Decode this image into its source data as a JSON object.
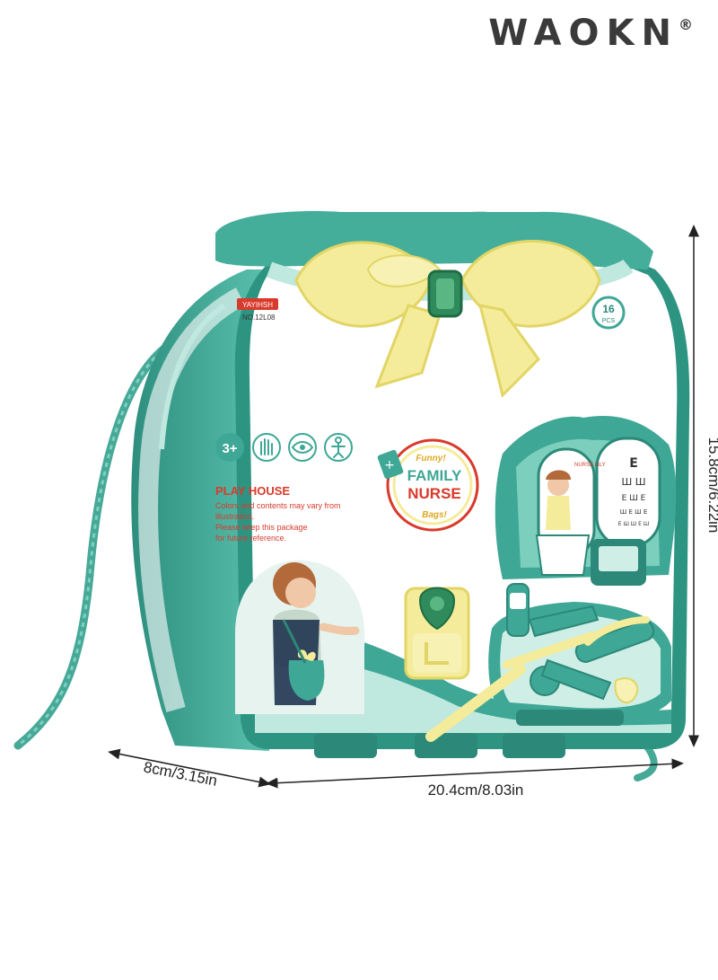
{
  "brand": {
    "name": "WAOKN",
    "mark": "®"
  },
  "package": {
    "maker": "YAYIHSH",
    "model": "NO.12L08",
    "piece_count": "16",
    "piece_unit": "PCS",
    "age": "3+",
    "title": "PLAY HOUSE",
    "notice_lines": [
      "Colors and contents may vary from",
      "illustration.",
      "Please keep this package",
      "for future reference."
    ],
    "logo": {
      "top": "Funny!",
      "line1": "FAMILY",
      "line2": "NURSE",
      "bottom": "Bags!"
    },
    "nurse_tag": "NURSE LILY"
  },
  "dimensions": {
    "depth": "8cm/3.15in",
    "width": "20.4cm/8.03in",
    "height": "15.8cm/6.22in"
  },
  "colors": {
    "teal": "#3ea796",
    "teal_dark": "#2c8878",
    "mint": "#bfe8df",
    "yellow": "#f4ec9a",
    "yellow_dark": "#e2d565",
    "red": "#d93a2b"
  }
}
